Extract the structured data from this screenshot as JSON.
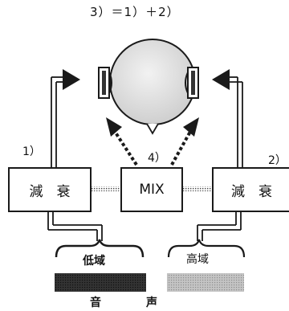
{
  "formula": "3）＝1）＋2）",
  "labels": {
    "n1": "1）",
    "n2": "2）",
    "n4": "4）"
  },
  "blocks": {
    "left": "減　衰",
    "mix": "MIX",
    "right": "減　衰"
  },
  "bands": {
    "low": "低域",
    "high": "高域"
  },
  "sound_label": "音　　　　声",
  "colors": {
    "line": "#1a1a1a",
    "low_bar": "#2e2e2e",
    "high_bar": "#b8b8b8",
    "head_fill": "#e4e4e4"
  }
}
